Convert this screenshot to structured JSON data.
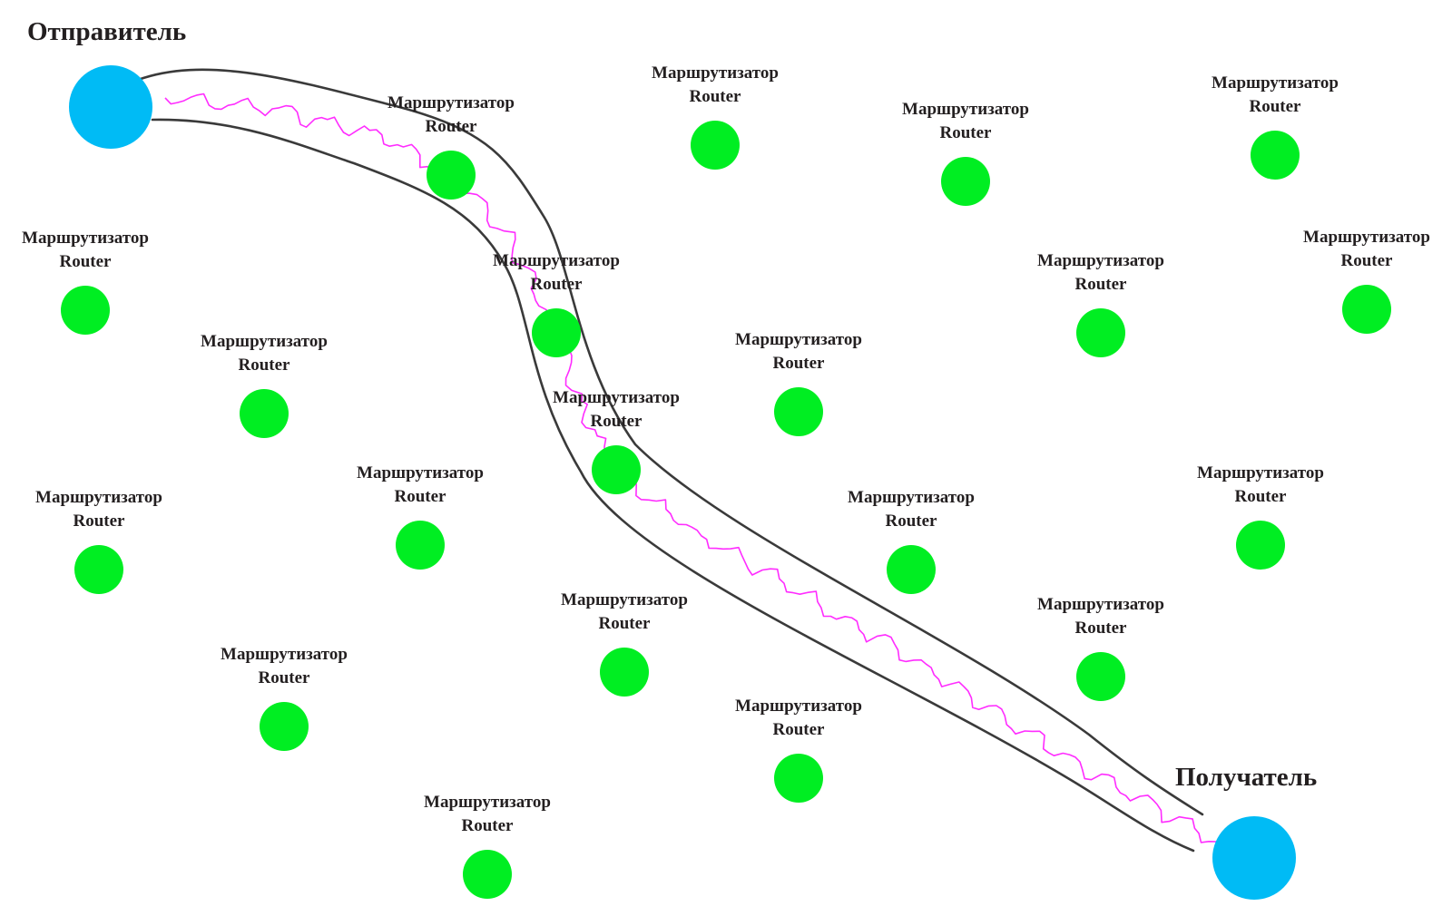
{
  "colors": {
    "router": "#00ee22",
    "endpoint": "#00bbf5",
    "signal": "#ff2cff",
    "tube": "#3a3a3a"
  },
  "sender": {
    "label": "Отправитель"
  },
  "receiver": {
    "label": "Получатель"
  },
  "router_label": {
    "ru": "Маршрутизатор",
    "en": "Router"
  },
  "routers": [
    {
      "id": "r1",
      "on_path": true
    },
    {
      "id": "r2",
      "on_path": false
    },
    {
      "id": "r3",
      "on_path": false
    },
    {
      "id": "r4",
      "on_path": false
    },
    {
      "id": "r5",
      "on_path": false
    },
    {
      "id": "r6",
      "on_path": true
    },
    {
      "id": "r7",
      "on_path": false
    },
    {
      "id": "r8",
      "on_path": false
    },
    {
      "id": "r9",
      "on_path": false
    },
    {
      "id": "r10",
      "on_path": false
    },
    {
      "id": "r11",
      "on_path": true
    },
    {
      "id": "r12",
      "on_path": false
    },
    {
      "id": "r13",
      "on_path": false
    },
    {
      "id": "r14",
      "on_path": false
    },
    {
      "id": "r15",
      "on_path": false
    },
    {
      "id": "r16",
      "on_path": false
    },
    {
      "id": "r17",
      "on_path": false
    },
    {
      "id": "r18",
      "on_path": false
    },
    {
      "id": "r19",
      "on_path": false
    },
    {
      "id": "r20",
      "on_path": false
    },
    {
      "id": "r21",
      "on_path": false
    }
  ]
}
